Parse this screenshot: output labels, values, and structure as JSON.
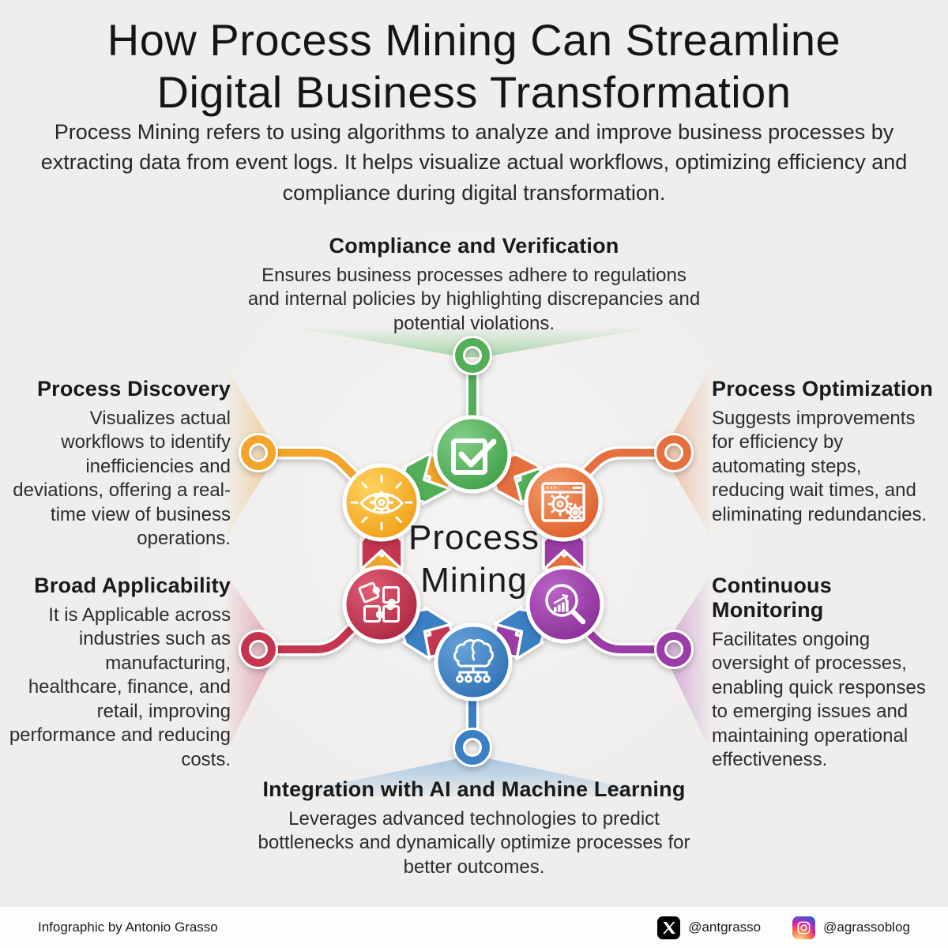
{
  "title": "How Process Mining Can Streamline\nDigital Business Transformation",
  "subtitle": "Process Mining refers to using algorithms to analyze and improve business processes by extracting data from event logs. It helps visualize actual workflows, optimizing efficiency and compliance during digital transformation.",
  "center": {
    "label": "Process\nMining"
  },
  "nodes": [
    {
      "id": "compliance",
      "label": "Compliance and Verification",
      "description": "Ensures business processes adhere to regulations and internal policies by highlighting discrepancies and potential violations.",
      "color": "#53AE58",
      "icon": "checkbox-icon",
      "position": "top"
    },
    {
      "id": "discovery",
      "label": "Process Discovery",
      "description": "Visualizes actual workflows to identify inefficiencies and deviations, offering a real-time view of business operations.",
      "color": "#F2A52B",
      "icon": "eye-gear-icon",
      "position": "upper-left"
    },
    {
      "id": "optimization",
      "label": "Process Optimization",
      "description": "Suggests improvements for efficiency by automating steps, reducing wait times, and eliminating redundancies.",
      "color": "#E6703C",
      "icon": "browser-gears-icon",
      "position": "upper-right"
    },
    {
      "id": "applicability",
      "label": "Broad Applicability",
      "description": "It is Applicable across industries such as manufacturing, healthcare, finance, and retail, improving performance and reducing costs.",
      "color": "#C5344F",
      "icon": "puzzle-icon",
      "position": "lower-left"
    },
    {
      "id": "monitoring",
      "label": "Continuous Monitoring",
      "description": "Facilitates ongoing oversight of processes, enabling quick responses to emerging issues and maintaining operational effectiveness.",
      "color": "#9B3EA7",
      "icon": "magnifier-chart-icon",
      "position": "lower-right"
    },
    {
      "id": "ai",
      "label": "Integration with AI and Machine Learning",
      "description": "Leverages advanced technologies to predict bottlenecks and dynamically optimize processes for better outcomes.",
      "color": "#3B7FC4",
      "icon": "brain-network-icon",
      "position": "bottom"
    }
  ],
  "footer": {
    "credit": "Infographic by Antonio Grasso",
    "x_handle": "@antgrasso",
    "instagram_handle": "@agrassoblog"
  }
}
